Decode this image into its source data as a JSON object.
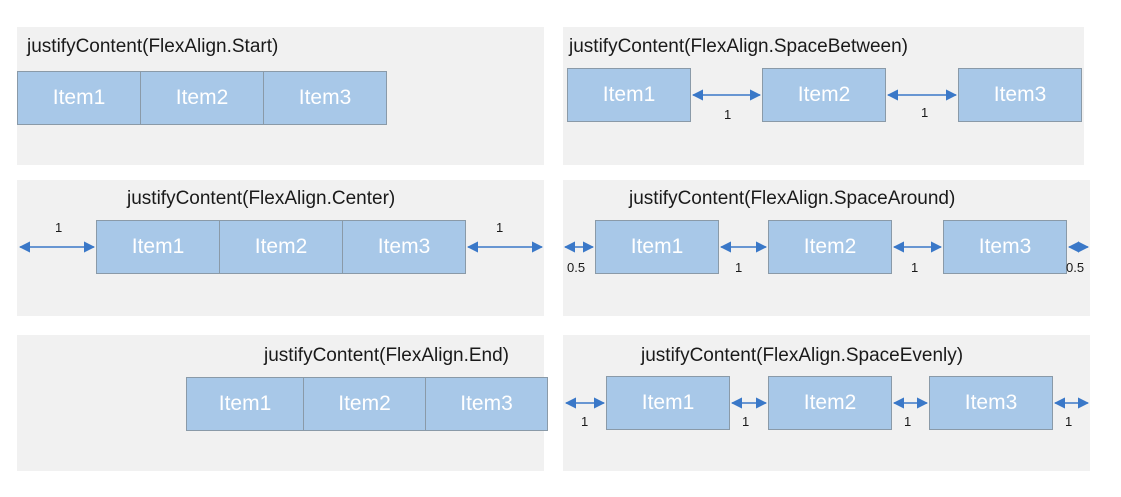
{
  "colors": {
    "panel_bg": "#f1f1f1",
    "item_fill": "#a8c8e8",
    "item_border": "#8a9aa8",
    "item_text": "#ffffff",
    "arrow": "#3a78c8",
    "label_text": "#1a1a1a"
  },
  "icons": [
    "double-headed-arrow-icon"
  ],
  "panels": {
    "start": {
      "title": "justifyContent(FlexAlign.Start)",
      "items": [
        "Item1",
        "Item2",
        "Item3"
      ]
    },
    "space_between": {
      "title": "justifyContent(FlexAlign.SpaceBetween)",
      "items": [
        "Item1",
        "Item2",
        "Item3"
      ],
      "gaps": [
        "1",
        "1"
      ]
    },
    "center": {
      "title": "justifyContent(FlexAlign.Center)",
      "items": [
        "Item1",
        "Item2",
        "Item3"
      ],
      "gaps": [
        "1",
        "1"
      ]
    },
    "space_around": {
      "title": "justifyContent(FlexAlign.SpaceAround)",
      "items": [
        "Item1",
        "Item2",
        "Item3"
      ],
      "gaps": [
        "0.5",
        "1",
        "1",
        "0.5"
      ]
    },
    "end": {
      "title": "justifyContent(FlexAlign.End)",
      "items": [
        "Item1",
        "Item2",
        "Item3"
      ]
    },
    "space_evenly": {
      "title": "justifyContent(FlexAlign.SpaceEvenly)",
      "items": [
        "Item1",
        "Item2",
        "Item3"
      ],
      "gaps": [
        "1",
        "1",
        "1",
        "1"
      ]
    }
  }
}
